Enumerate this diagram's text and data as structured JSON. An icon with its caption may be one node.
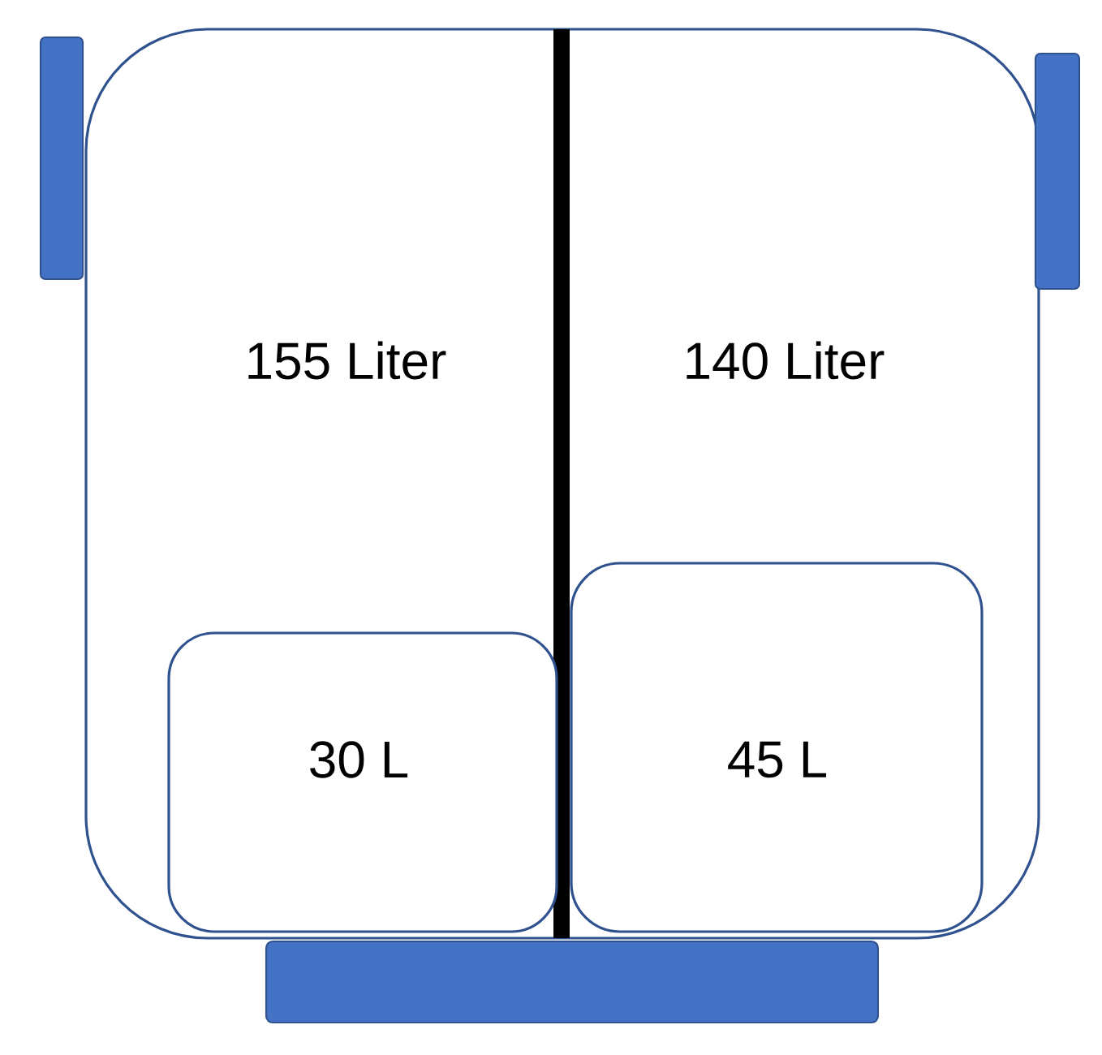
{
  "diagram": {
    "nodes": [
      {
        "text": [
          "155 Liter",
          "140 Liter"
        ]
      },
      {
        "text": [
          "30 L"
        ],
        "in": 0
      },
      {
        "text": [
          "45 L"
        ],
        "in": 0
      },
      {
        "text": [],
        "shape": "bar"
      },
      {
        "text": [],
        "shape": "bar"
      },
      {
        "text": [],
        "shape": "bar"
      }
    ]
  }
}
